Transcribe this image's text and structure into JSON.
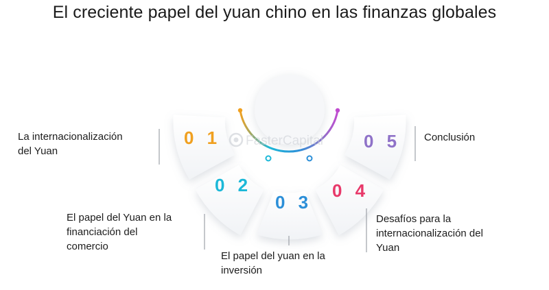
{
  "title": "El creciente papel del yuan chino en las finanzas globales",
  "watermark": "FasterCapital",
  "items": [
    {
      "number": "0 1",
      "color": "#f0a020",
      "lines": [
        "La internacionalización",
        "del Yuan"
      ]
    },
    {
      "number": "0 2",
      "color": "#1cb8d8",
      "lines": [
        "El papel del Yuan en la",
        "financiación del",
        "comercio"
      ]
    },
    {
      "number": "0 3",
      "color": "#2c8fd8",
      "lines": [
        "El papel del yuan en la",
        "inversión"
      ]
    },
    {
      "number": "0 4",
      "color": "#e8396a",
      "lines": [
        "Desafíos para la",
        "internacionalización del",
        "Yuan"
      ]
    },
    {
      "number": "0 5",
      "color": "#8f72c8",
      "lines": [
        "Conclusión"
      ]
    }
  ],
  "colors": {
    "arc_gradient": [
      "#f0a020",
      "#1cb8d8",
      "#2c8fd8",
      "#8f72c8",
      "#c04bd0"
    ]
  }
}
